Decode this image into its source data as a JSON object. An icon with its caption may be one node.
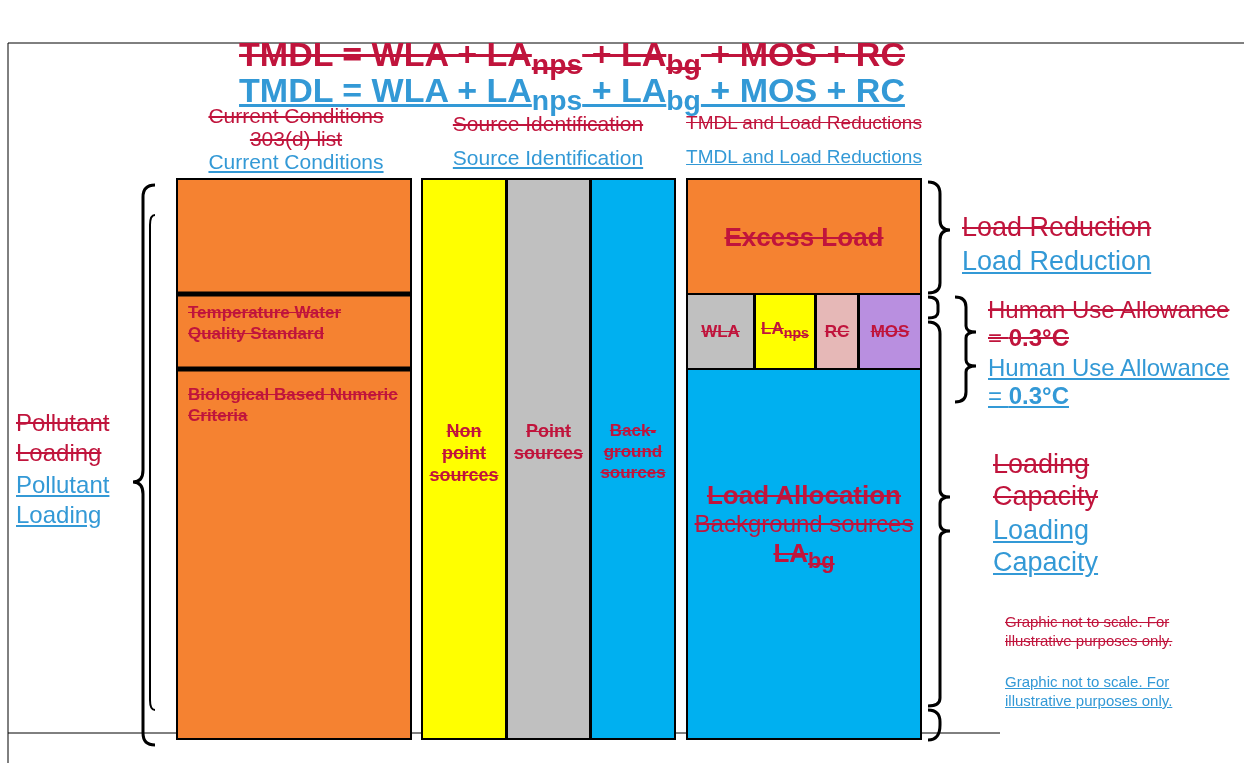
{
  "diagram": {
    "nodes": [
      {
        "text": [
          "Temperature Water Quality Standard",
          "Biological Based Numeric Criteria"
        ]
      },
      {
        "text": [
          "Non point sources"
        ]
      },
      {
        "text": [
          "Point sources"
        ]
      },
      {
        "text": [
          "Back-ground sources"
        ]
      },
      {
        "text": [
          "Excess Load"
        ]
      },
      {
        "text": [
          "WLA"
        ]
      },
      {
        "text": [
          "LA$_{nps}$"
        ]
      },
      {
        "text": [
          "RC"
        ]
      },
      {
        "text": [
          "MOS"
        ]
      },
      {
        "text": [
          "Load Allocation",
          "Background sources",
          "LA$_{bg}$"
        ]
      }
    ],
    "labels": [
      "TMDL = WLA + LA$_{nps}$ + LA$_{bg}$ + MOS + RC",
      "TMDL = WLA + LA$_{nps}$ + LA$_{bg}$ + MOS + RC",
      "Current Conditions",
      "303(d) list",
      "Current Conditions",
      "Source Identification",
      "Source Identification",
      "TMDL and Load Reductions",
      "TMDL and Load Reductions",
      "Load Reduction",
      "Load Reduction",
      "Human Use Allowance = **0.3°C**",
      "Human Use Allowance = **0.3°C**",
      "Pollutant Loading",
      "Pollutant Loading",
      "Loading Capacity",
      "Loading Capacity",
      "Graphic not to scale. For illustrative purposes only.",
      "Graphic not to scale. For illustrative purposes only."
    ]
  }
}
